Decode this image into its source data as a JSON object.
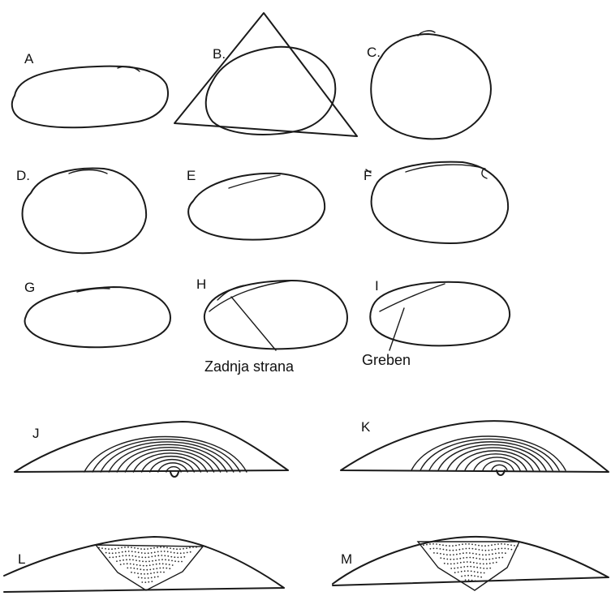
{
  "figure": {
    "panels": [
      {
        "id": "A",
        "label": "A"
      },
      {
        "id": "B",
        "label": "B."
      },
      {
        "id": "C",
        "label": "C."
      },
      {
        "id": "D",
        "label": "D."
      },
      {
        "id": "E",
        "label": "E"
      },
      {
        "id": "F",
        "label": "F"
      },
      {
        "id": "G",
        "label": "G"
      },
      {
        "id": "H",
        "label": "H"
      },
      {
        "id": "I",
        "label": "I"
      },
      {
        "id": "J",
        "label": "J"
      },
      {
        "id": "K",
        "label": "K"
      },
      {
        "id": "L",
        "label": "L"
      },
      {
        "id": "M",
        "label": "M"
      }
    ],
    "annotations": {
      "posterior_side": "Zadnja strana",
      "ridge": "Greben"
    }
  }
}
